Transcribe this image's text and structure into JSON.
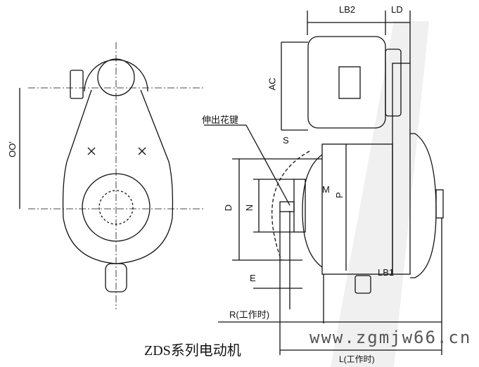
{
  "caption": "ZDS系列电动机",
  "watermark": "www.zgmjw66.cn",
  "labels": {
    "lb2": "LB2",
    "ld": "LD",
    "ac": "AC",
    "oo": "OO'",
    "spline": "伸出花键",
    "s": "S",
    "d": "D",
    "n": "N",
    "m": "M",
    "p": "P",
    "e": "E",
    "lb1": "LB1",
    "r": "R(工作时)",
    "l": "L(工作时)"
  }
}
